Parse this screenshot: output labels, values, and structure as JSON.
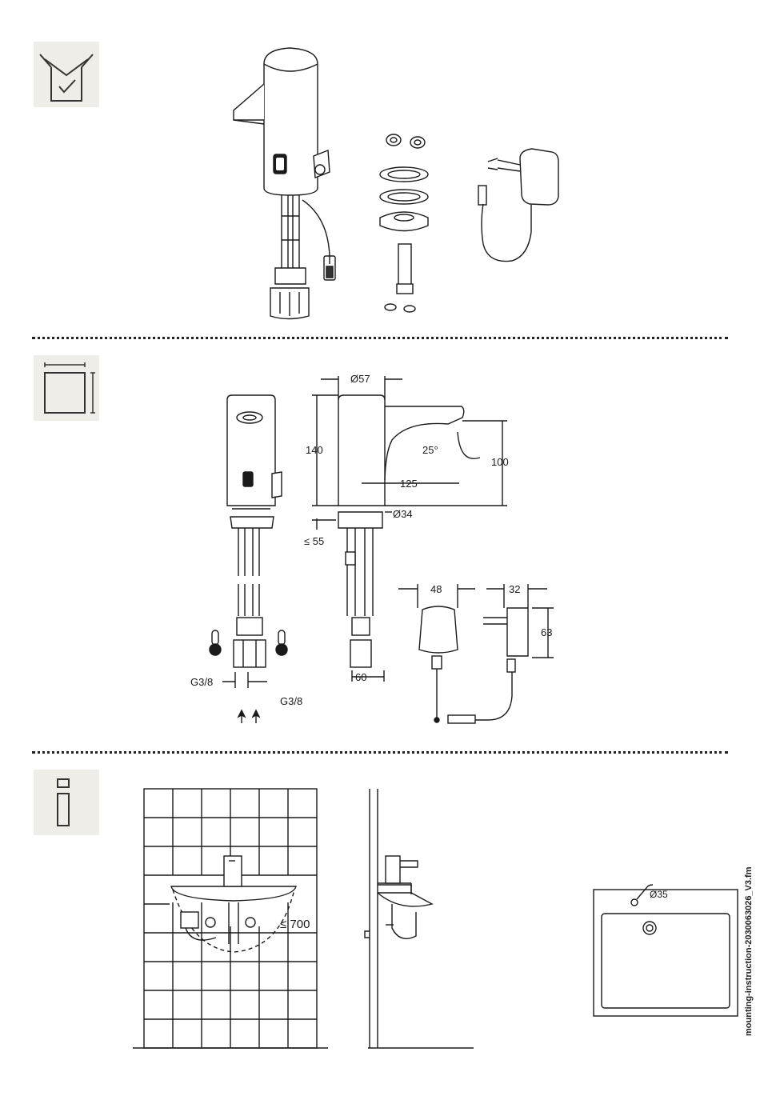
{
  "sections": [
    {
      "icon": "box-check-icon"
    },
    {
      "icon": "dimensions-icon"
    },
    {
      "icon": "info-icon"
    }
  ],
  "dimensions": {
    "dia_57": "Ø57",
    "h_140": "140",
    "a_25": "25°",
    "h_100": "100",
    "l_125": "125",
    "dia_34": "Ø34",
    "max_55": "≤ 55",
    "w_60": "60",
    "g38_left": "G3/8",
    "g38_right": "G3/8",
    "w_48": "48",
    "w_32": "32",
    "h_63": "63"
  },
  "installation": {
    "max_700": "≤ 700",
    "dia_35": "Ø35"
  },
  "footer": {
    "filename": "mounting-instruction-2030063026_V3.fm"
  }
}
